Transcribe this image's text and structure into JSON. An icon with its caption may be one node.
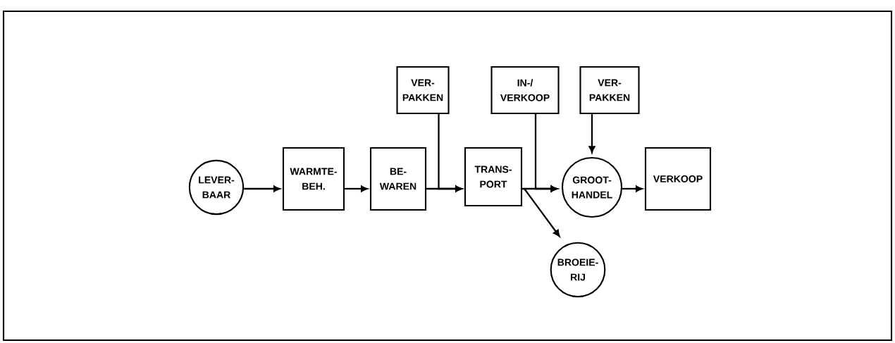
{
  "diagram": {
    "nodes": [
      {
        "text": [
          "LEVER- BAAR"
        ]
      },
      {
        "text": [
          "WARMTE- BEH."
        ]
      },
      {
        "text": [
          "BE- WAREN"
        ]
      },
      {
        "text": [
          "VER- PAKKEN"
        ]
      },
      {
        "text": [
          "TRANS- PORT"
        ]
      },
      {
        "text": [
          "IN-/ VERKOOP"
        ]
      },
      {
        "text": [
          "VER- PAKKEN"
        ]
      },
      {
        "text": [
          "GROOT- HANDEL"
        ]
      },
      {
        "text": [
          "VERKOOP"
        ]
      },
      {
        "text": [
          "BROEIE- RIJ"
        ]
      }
    ],
    "edges": [
      {
        "from": 0,
        "to": 1,
        "arrow": "to"
      },
      {
        "from": 1,
        "to": 2,
        "arrow": "to"
      },
      {
        "from": 2,
        "to": 4,
        "arrow": "to"
      },
      {
        "from": 3,
        "to": 4,
        "arrow": "to"
      },
      {
        "from": 4,
        "to": 7,
        "arrow": "to"
      },
      {
        "from": 5,
        "to": 7,
        "arrow": "to"
      },
      {
        "from": 6,
        "to": 7,
        "arrow": "to"
      },
      {
        "from": 7,
        "to": 8,
        "arrow": "to"
      },
      {
        "from": 4,
        "to": 9,
        "arrow": "to"
      }
    ]
  }
}
